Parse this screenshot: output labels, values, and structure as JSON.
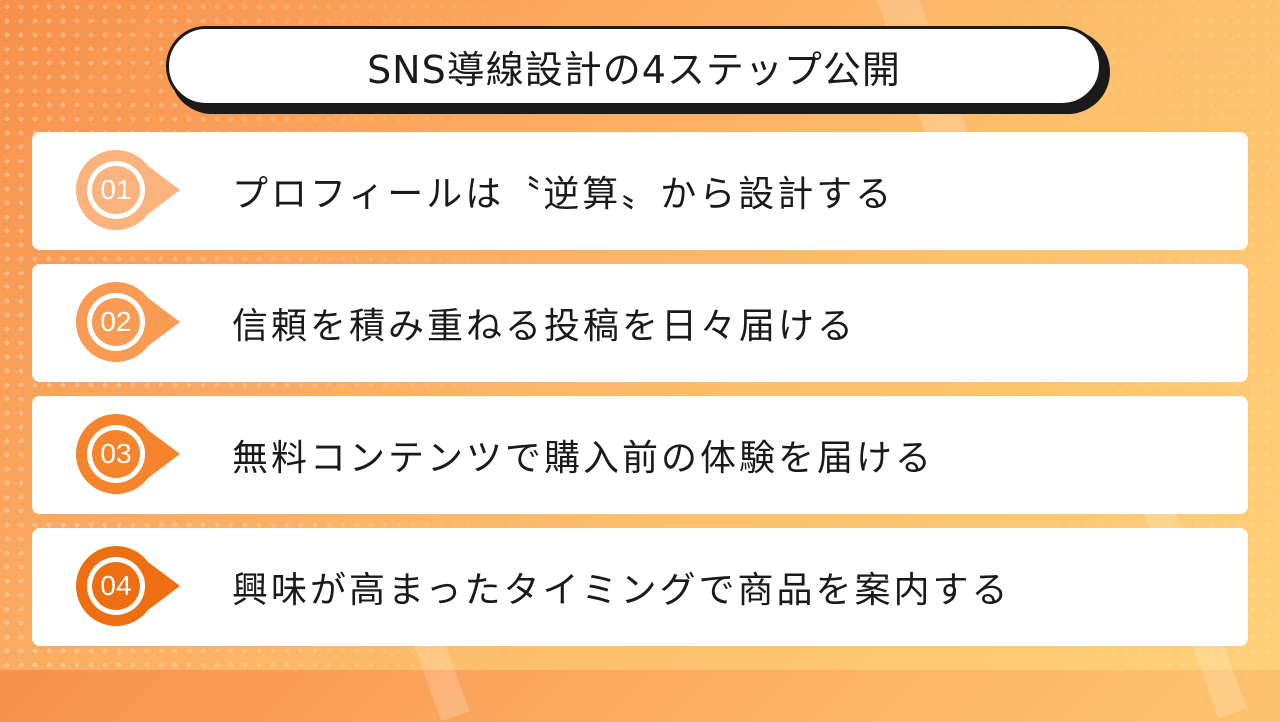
{
  "title": "SNS導線設計の4ステップ公開",
  "steps": [
    {
      "number": "01",
      "text": "プロフィールは〝逆算〟から設計する",
      "color": "#fbb27c"
    },
    {
      "number": "02",
      "text": "信頼を積み重ねる投稿を日々届ける",
      "color": "#f99b52"
    },
    {
      "number": "03",
      "text": "無料コンテンツで購入前の体験を届ける",
      "color": "#f6842c"
    },
    {
      "number": "04",
      "text": "興味が高まったタイミングで商品を案内する",
      "color": "#ee6f12"
    }
  ],
  "colors": {
    "background_start": "#f7914b",
    "background_end": "#fed077",
    "text": "#1a1a1a"
  }
}
